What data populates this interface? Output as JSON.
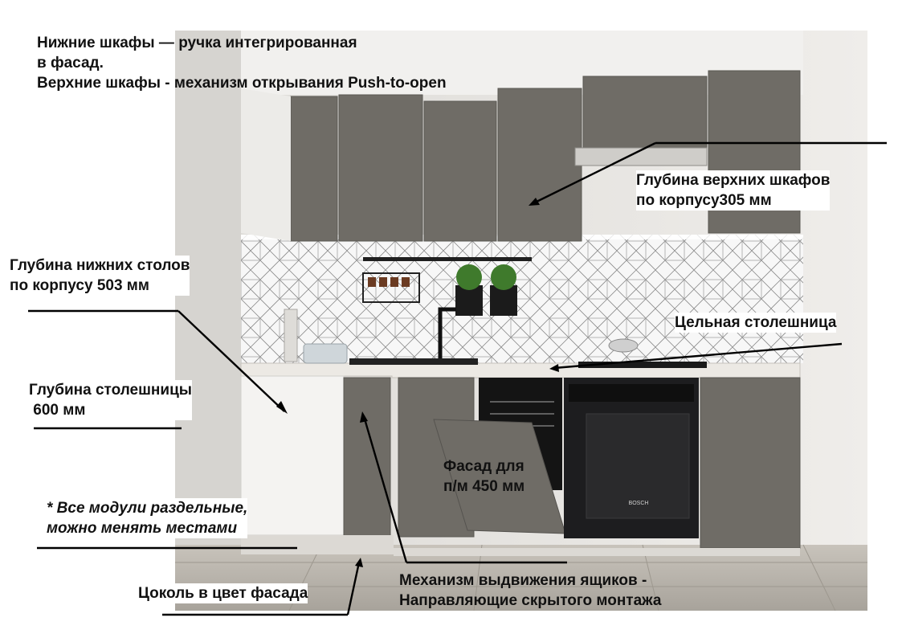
{
  "annotations": {
    "handles": {
      "line1": "Нижние шкафы — ручка интегрированная",
      "line2": "в фасад.",
      "line3": "Верхние шкафы - механизм открывания Push-to-open"
    },
    "upper_depth": {
      "line1": "Глубина верхних шкафов",
      "line2": "по корпусу305 мм"
    },
    "lower_depth": {
      "line1": "Глубина нижних столов",
      "line2": "по корпусу 503 мм"
    },
    "countertop": "Цельная столешница",
    "countertop_depth": {
      "line1": "Глубина столешницы",
      "line2": " 600 мм"
    },
    "dishwasher_facade": {
      "line1": "Фасад для",
      "line2": "п/м 450 мм"
    },
    "modules_note": {
      "line1": "* Все модули раздельные,",
      "line2": "можно менять местами"
    },
    "plinth": "Цоколь в цвет фасада",
    "drawer_mechanism": {
      "line1": "Механизм выдвижения ящиков -",
      "line2": "Направляющие скрытого монтажа"
    }
  },
  "oven_brand": "BOSCH",
  "colors": {
    "facade": "#6f6c66",
    "countertop": "#ece9e4",
    "wall": "#e9e7e3",
    "floor": "#b8b3ab",
    "appliance": "#1d1d1f"
  }
}
